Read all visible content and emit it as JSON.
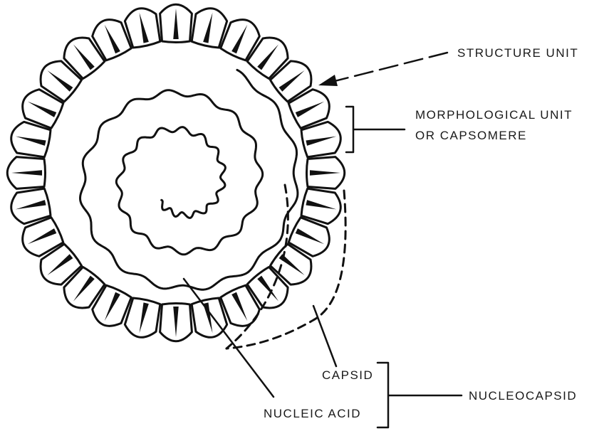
{
  "diagram": {
    "labels": {
      "structure_unit": "STRUCTURE UNIT",
      "morphological_unit_line1": "MORPHOLOGICAL UNIT",
      "morphological_unit_line2": "OR CAPSOMERE",
      "capsid": "CAPSID",
      "nucleic_acid": "NUCLEIC ACID",
      "nucleocapsid": "NUCLEOCAPSID"
    },
    "capsomere_count": 28
  }
}
